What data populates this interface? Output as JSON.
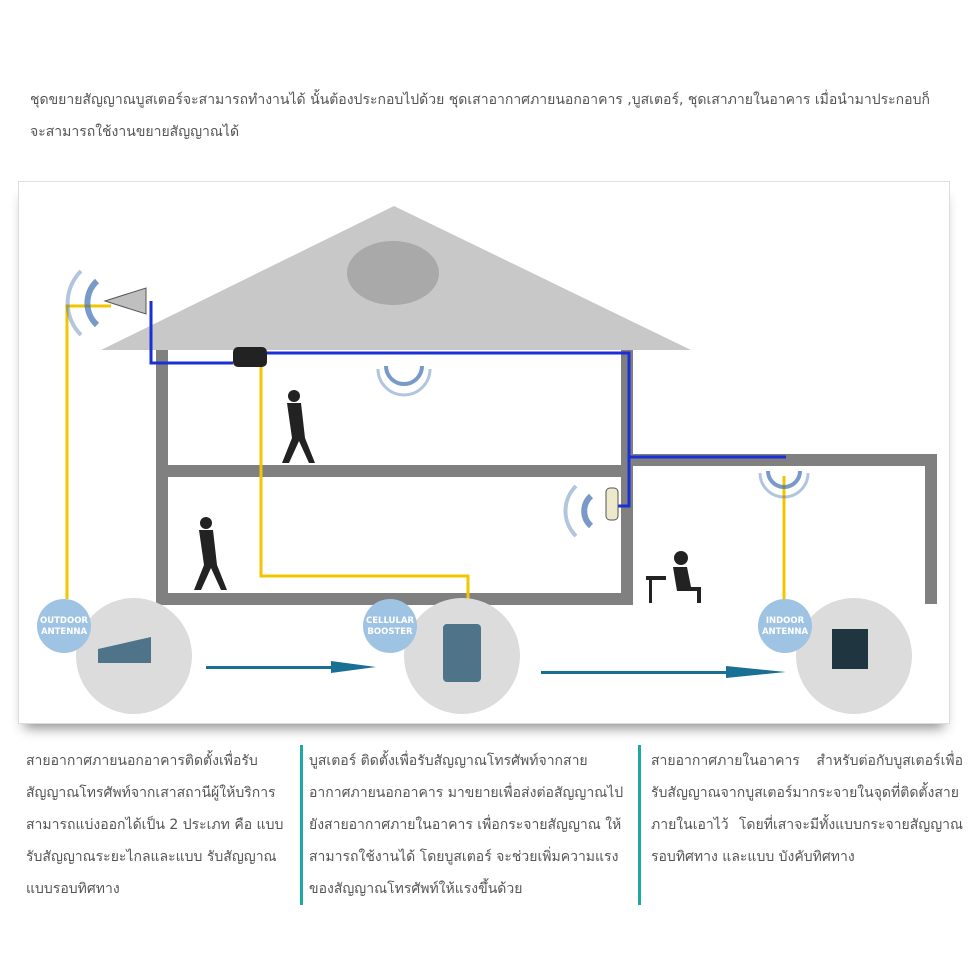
{
  "intro": "ชุดขยายสัญญาณบูสเตอร์จะสามารถทำงานได้ นั้นต้องประกอบไปด้วย ชุดเสาอากาศภายนอกอาคาร ,บูสเตอร์, ชุดเสาภายในอาคาร  เมื่อนำมาประกอบก็จะสามารถใช้งานขยายสัญญาณได้",
  "diagram": {
    "labels": {
      "outdoor_1": "OUTDOOR",
      "outdoor_2": "ANTENNA",
      "booster_1": "CELLULAR",
      "booster_2": "BOOSTER",
      "indoor_1": "INDOOR",
      "indoor_2": "ANTENNA"
    },
    "colors": {
      "cable_yellow": "#f2c500",
      "cable_blue": "#1a2fd6",
      "wall": "#808080",
      "roof": "#c8c8c8",
      "badge": "#9fc3e2",
      "arrow": "#1a6f95"
    }
  },
  "columns": [
    "สายอากาศภายนอกอาคารติดตั้งเพื่อรับสัญญาณโทรศัพท์จากเสาสถานีผู้ให้บริการ สามารถแบ่งออกได้เป็น 2 ประเภท คือ แบบรับสัญญาณระยะไกลและแบบ รับสัญญาณแบบรอบทิศทาง",
    "บูสเตอร์ ติดตั้งเพื่อรับสัญญาณโทรศัพท์จากสายอากาศภายนอกอาคาร มาขยายเพื่อส่งต่อสัญญาณไปยังสายอากาศภายในอาคาร เพื่อกระจายสัญญาณ ให้สามารถใช้งานได้ โดยบูสเตอร์ จะช่วยเพิ่มความแรงของสัญญาณโทรศัพท์ให้แรงขึ้นด้วย",
    "สายอากาศภายในอาคาร  สำหรับต่อกับบูสเตอร์เพื่อรับสัญญาณจากบูสเตอร์มากระจายในจุดที่ติดตั้งสายภายในเอาไว้    โดยที่เสาจะมีทั้งแบบกระจายสัญญาณรอบทิศทาง  และแบบ  บังคับทิศทาง"
  ]
}
